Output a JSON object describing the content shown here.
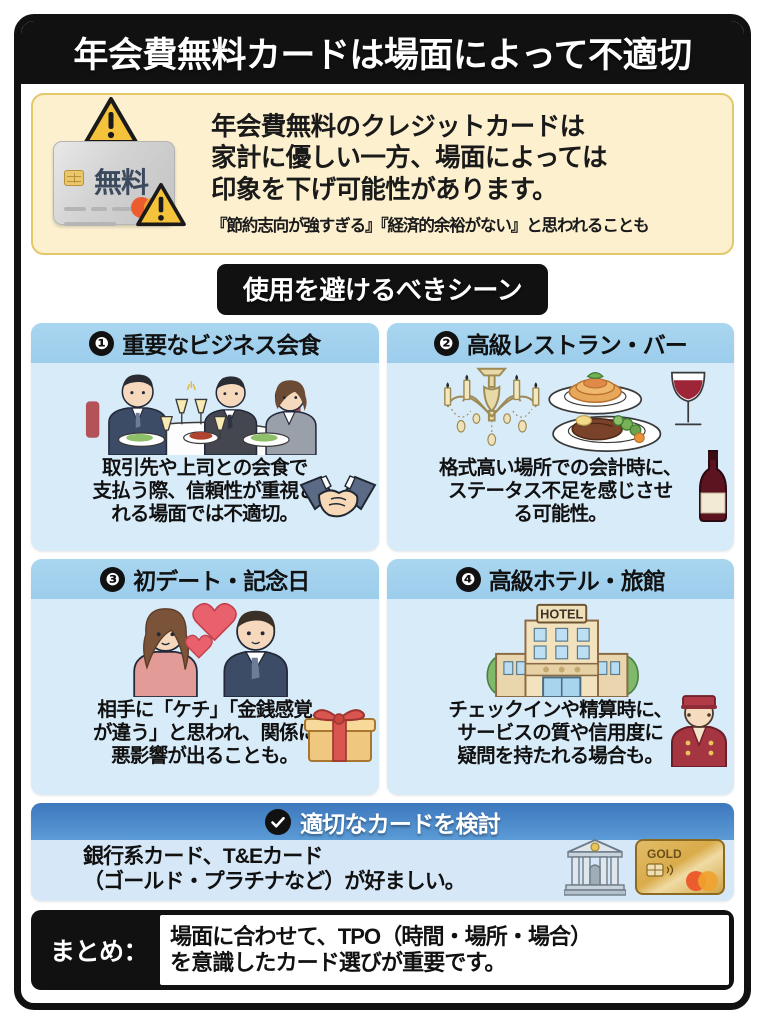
{
  "title": "年会費無料カードは場面によって不適切",
  "notice": {
    "card_label": "無料",
    "lines": [
      "年会費無料のクレジットカードは",
      "家計に優しい一方、場面によっては",
      "印象を下げ可能性があります。"
    ],
    "subtext": "『節約志向が強すぎる』『経済的余裕がない』と思われることも"
  },
  "section_banner": "使用を避けるべきシーン",
  "scenes": [
    {
      "number": "❶",
      "title": "重要なビジネス会食",
      "lines": [
        "取引先や上司との会食で",
        "支払う際、信頼性が重視さ",
        "れる場面では不適切。"
      ],
      "art": "business-dinner-illustration",
      "corner_icon": "handshake-icon"
    },
    {
      "number": "❷",
      "title": "高級レストラン・バー",
      "lines": [
        "格式高い場所での会計時に、",
        "ステータス不足を感じさせ",
        "る可能性。"
      ],
      "art": "chandelier-fine-dining-illustration",
      "corner_icon": "wine-bottle-icon"
    },
    {
      "number": "❸",
      "title": "初デート・記念日",
      "lines": [
        "相手に「ケチ」「金銭感覚",
        "が違う」と思われ、関係に",
        "悪影響が出ることも。"
      ],
      "art": "couple-hearts-illustration",
      "corner_icon": "gift-box-icon"
    },
    {
      "number": "❹",
      "title": "高級ホテル・旅館",
      "lines": [
        "チェックインや精算時に、",
        "サービスの質や信用度に",
        "疑問を持たれる場合も。"
      ],
      "art": "hotel-building-illustration",
      "corner_icon": "bellhop-icon",
      "hotel_sign": "HOTEL"
    }
  ],
  "recommend": {
    "title": "適切なカードを検討",
    "lines": [
      "銀行系カード、T&Eカード",
      "（ゴールド・プラチナなど）が好ましい。"
    ],
    "gold_card_label": "GOLD"
  },
  "summary": {
    "label": "まとめ：",
    "lines": [
      "場面に合わせて、TPO（時間・場所・場合）",
      "を意識したカード選びが重要です。"
    ]
  },
  "colors": {
    "black": "#111111",
    "notice_bg": "#fcf0cf",
    "notice_border": "#e3c86a",
    "card_head": "#a9d6f0",
    "card_body": "#d8ebf9",
    "rec_head": "#3d78bd",
    "gold": "#d9ab4a"
  }
}
